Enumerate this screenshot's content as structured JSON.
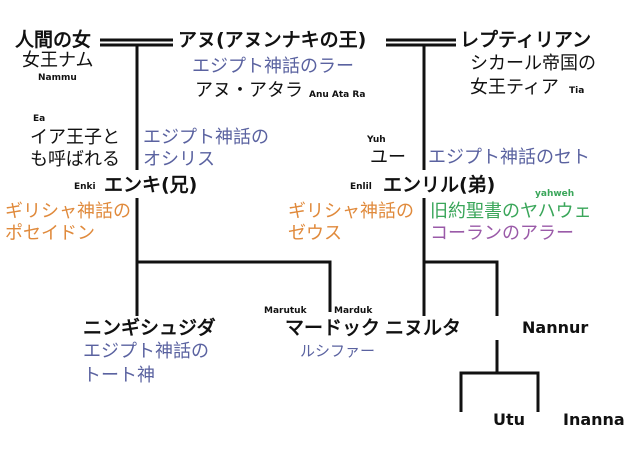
{
  "top": {
    "human_woman": "人間の女",
    "queen_nammu": "女王ナム",
    "nammu": "Nammu",
    "anu": "アヌ(アヌンナキの王)",
    "anu_egypt": "エジプト神話のラー",
    "anu_atara": "アヌ・アタラ",
    "anu_ata_ra": "Anu Ata Ra",
    "reptilian": "レプティリアン",
    "reptilian_l1": "シカール帝国の",
    "reptilian_l2": "女王ティア",
    "tia": "Tia"
  },
  "enki": {
    "ea": "Ea",
    "alias_l1": "イア王子と",
    "alias_l2": "も呼ばれる",
    "egypt_l1": "エジプト神話の",
    "egypt_l2": "オシリス",
    "latin": "Enki",
    "name": "エンキ(兄)",
    "greek_l1": "ギリシャ神話の",
    "greek_l2": "ポセイドン"
  },
  "enlil": {
    "yuh": "Yuh",
    "yu": "ユー",
    "egypt": "エジプト神話のセト",
    "latin": "Enlil",
    "name": "エンリル(弟)",
    "greek_l1": "ギリシャ神話の",
    "greek_l2": "ゼウス",
    "yahweh": "yahweh",
    "ot": "旧約聖書のヤハウェ",
    "quran": "コーランのアラー"
  },
  "children": {
    "ningishzida": "ニンギシュジダ",
    "ningishzida_l1": "エジプト神話の",
    "ningishzida_l2": "トート神",
    "marutuk": "Marutuk",
    "marduk_latin": "Marduk",
    "marduk": "マードック",
    "lucifer": "ルシファー",
    "ninurta": "ニヌルタ",
    "nannur": "Nannur",
    "utu": "Utu",
    "inanna": "Inanna"
  }
}
